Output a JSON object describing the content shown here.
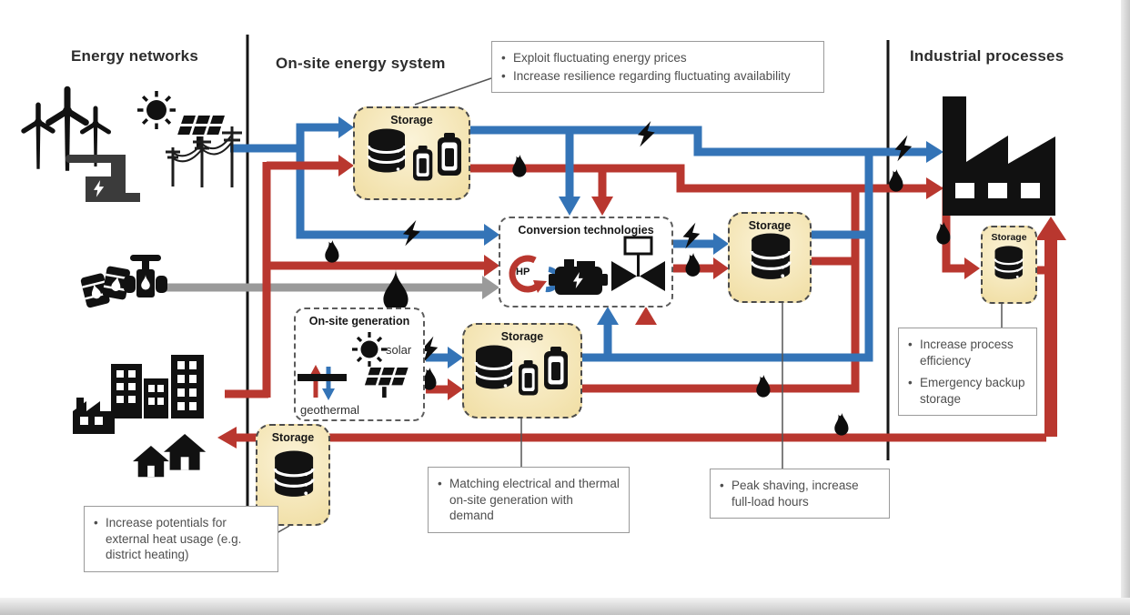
{
  "sections": {
    "networks": {
      "title": "Energy networks"
    },
    "onsite": {
      "title": "On-site energy system"
    },
    "industrial": {
      "title": "Industrial processes"
    }
  },
  "labels": {
    "storage": "Storage",
    "conversion": "Conversion technologies",
    "onsite_generation": "On-site generation",
    "solar": "solar",
    "geothermal": "geothermal",
    "heat_pump": "HP"
  },
  "callouts": {
    "flexibility": {
      "items": [
        "Exploit fluctuating energy prices",
        "Increase resilience regarding fluctuating availability"
      ]
    },
    "matching": {
      "items": [
        "Matching electrical and thermal on-site generation with demand"
      ]
    },
    "peak_shaving": {
      "items": [
        "Peak shaving, increase full-load hours"
      ]
    },
    "process": {
      "items": [
        "Increase process efficiency",
        "Emergency backup storage"
      ]
    },
    "district_heat": {
      "items": [
        "Increase potentials for external heat usage (e.g. district heating)"
      ]
    }
  },
  "colors": {
    "electricity": "#3474b7",
    "heat": "#b9372f",
    "fuel": "#9a9a9a",
    "storage_fill": "#f7ecc6",
    "ink": "#111111"
  }
}
